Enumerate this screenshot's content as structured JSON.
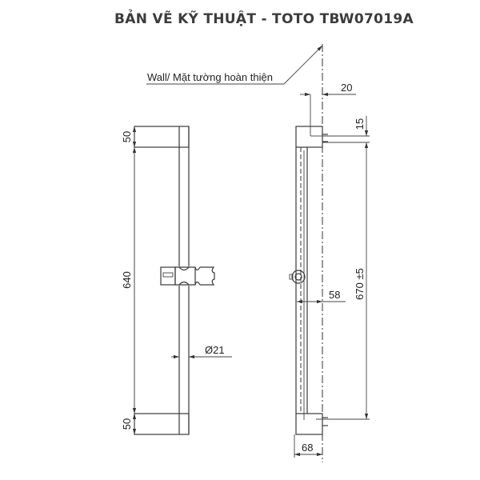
{
  "title": "BẢN VẼ KỸ THUẬT - TOTO TBW07019A",
  "wall_label": "Wall/ Mặt tường hoàn thiện",
  "front_view": {
    "dimensions": {
      "top_cap": "50",
      "bar_length": "640",
      "bottom_cap": "50",
      "diameter": "Ø21"
    }
  },
  "side_view": {
    "dimensions": {
      "wall_offset": "20",
      "top_bracket": "15",
      "mount_distance": "670 ±5",
      "slider_depth": "58",
      "bracket_depth": "68"
    }
  },
  "colors": {
    "line": "#3a3a3a",
    "title": "#3c3c3c",
    "background": "#ffffff"
  }
}
